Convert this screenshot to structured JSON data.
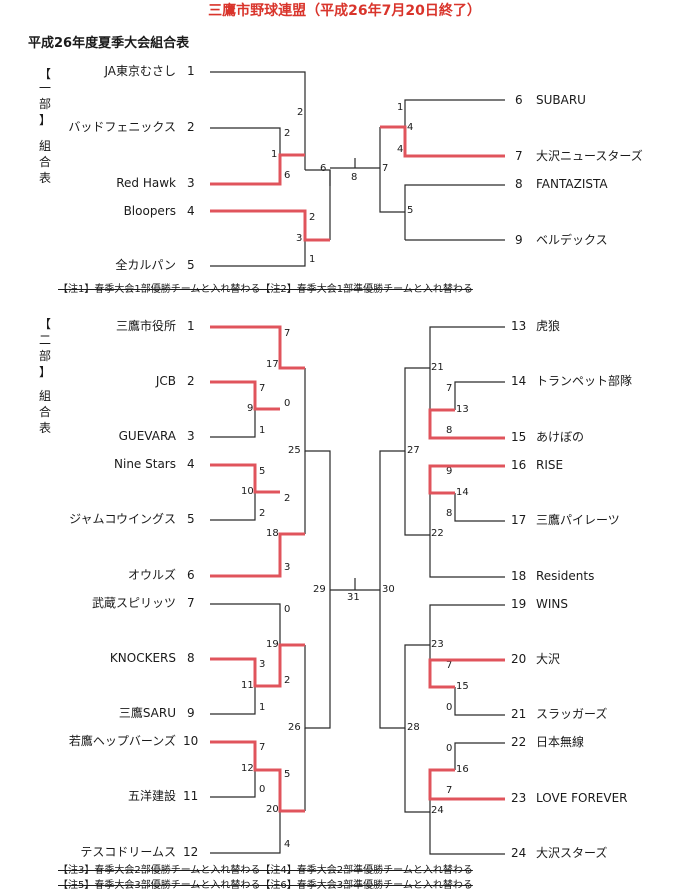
{
  "title": "三鷹市野球連盟（平成26年7月20日終了）",
  "subtitle": "平成26年度夏季大会組合表",
  "colors": {
    "winner": "#e0545c",
    "line": "#2a2a2a",
    "title": "#d9342b"
  },
  "division1": {
    "label": [
      "【",
      "一",
      "部",
      "】",
      "組",
      "合",
      "表"
    ],
    "teams": [
      {
        "no": "1",
        "name": "JA東京むさし"
      },
      {
        "no": "2",
        "name": "バッドフェニックス"
      },
      {
        "no": "3",
        "name": "Red Hawk"
      },
      {
        "no": "4",
        "name": "Bloopers"
      },
      {
        "no": "5",
        "name": "全カルパン"
      },
      {
        "no": "6",
        "name": "SUBARU"
      },
      {
        "no": "7",
        "name": "大沢ニュースターズ"
      },
      {
        "no": "8",
        "name": "FANTAZISTA"
      },
      {
        "no": "9",
        "name": "ベルデックス"
      }
    ],
    "scores": [
      "2",
      "2",
      "1",
      "6",
      "2",
      "3",
      "1",
      "6",
      "8",
      "7",
      "1",
      "4",
      "4",
      "5"
    ],
    "note": "【注1】春季大会1部優勝チームと入れ替わる【注2】春季大会1部準優勝チームと入れ替わる"
  },
  "division2": {
    "label": [
      "【",
      "二",
      "部",
      "】",
      "組",
      "合",
      "表"
    ],
    "teams": [
      {
        "no": "1",
        "name": "三鷹市役所"
      },
      {
        "no": "2",
        "name": "JCB"
      },
      {
        "no": "3",
        "name": "GUEVARA"
      },
      {
        "no": "4",
        "name": "Nine Stars"
      },
      {
        "no": "5",
        "name": "ジャムコウイングス"
      },
      {
        "no": "6",
        "name": "オウルズ"
      },
      {
        "no": "7",
        "name": "武蔵スピリッツ"
      },
      {
        "no": "8",
        "name": "KNOCKERS"
      },
      {
        "no": "9",
        "name": "三鷹SARU"
      },
      {
        "no": "10",
        "name": "若鷹ヘップバーンズ"
      },
      {
        "no": "11",
        "name": "五洋建設"
      },
      {
        "no": "12",
        "name": "テスコドリームス"
      },
      {
        "no": "13",
        "name": "虎狼"
      },
      {
        "no": "14",
        "name": "トランペット部隊"
      },
      {
        "no": "15",
        "name": "あけぼの"
      },
      {
        "no": "16",
        "name": "RISE"
      },
      {
        "no": "17",
        "name": "三鷹パイレーツ"
      },
      {
        "no": "18",
        "name": "Residents"
      },
      {
        "no": "19",
        "name": "WINS"
      },
      {
        "no": "20",
        "name": "大沢"
      },
      {
        "no": "21",
        "name": "スラッガーズ"
      },
      {
        "no": "22",
        "name": "日本無線"
      },
      {
        "no": "23",
        "name": "LOVE FOREVER"
      },
      {
        "no": "24",
        "name": "大沢スターズ"
      }
    ],
    "scores": [
      "7",
      "17",
      "7",
      "9",
      "0",
      "1",
      "5",
      "10",
      "2",
      "2",
      "18",
      "3",
      "25",
      "0",
      "19",
      "3",
      "11",
      "2",
      "1",
      "7",
      "12",
      "0",
      "5",
      "20",
      "26",
      "4",
      "29",
      "31",
      "30",
      "21",
      "7",
      "13",
      "8",
      "27",
      "9",
      "14",
      "8",
      "22",
      "23",
      "7",
      "15",
      "0",
      "28",
      "0",
      "16",
      "7",
      "24"
    ],
    "notes": [
      "【注3】春季大会2部優勝チームと入れ替わる【注4】春季大会2部準優勝チームと入れ替わる",
      "【注5】春季大会3部優勝チームと入れ替わる【注6】春季大会3部準優勝チームと入れ替わる"
    ]
  }
}
